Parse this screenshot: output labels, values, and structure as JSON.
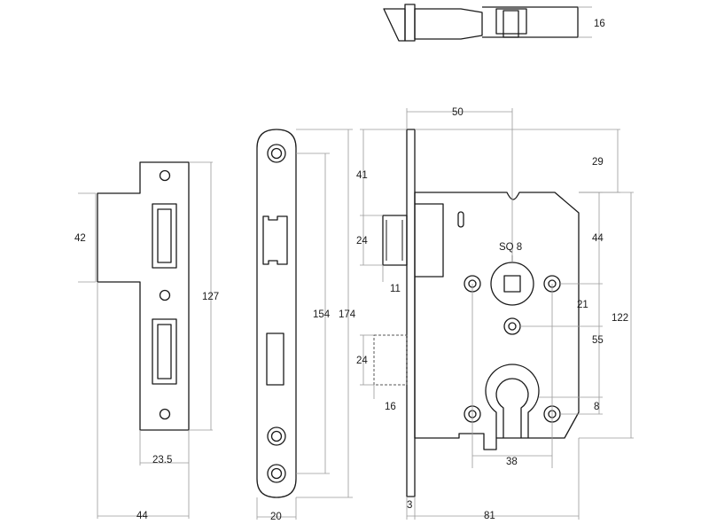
{
  "drawing": {
    "labels": {
      "latch_thickness": "16",
      "strike_cutout_height": "42",
      "strike_length": "127",
      "strike_hole_width": "23.5",
      "strike_width": "44",
      "faceplate_hole_spacing": "154",
      "faceplate_length": "174",
      "faceplate_width": "20",
      "backset": "50",
      "top_offset": "29",
      "latch_position": "41",
      "latch_height": "24",
      "latch_projection": "11",
      "spindle_size": "SQ 8",
      "fixing_spacing_upper": "44",
      "spindle_to_middle": "21",
      "case_height": "122",
      "centre_distance": "55",
      "bolt_height": "24",
      "bolt_projection": "16",
      "fixing_spacing_lower": "8",
      "cylinder_fixing_spacing": "38",
      "forend_thickness": "3",
      "case_depth": "81"
    }
  }
}
